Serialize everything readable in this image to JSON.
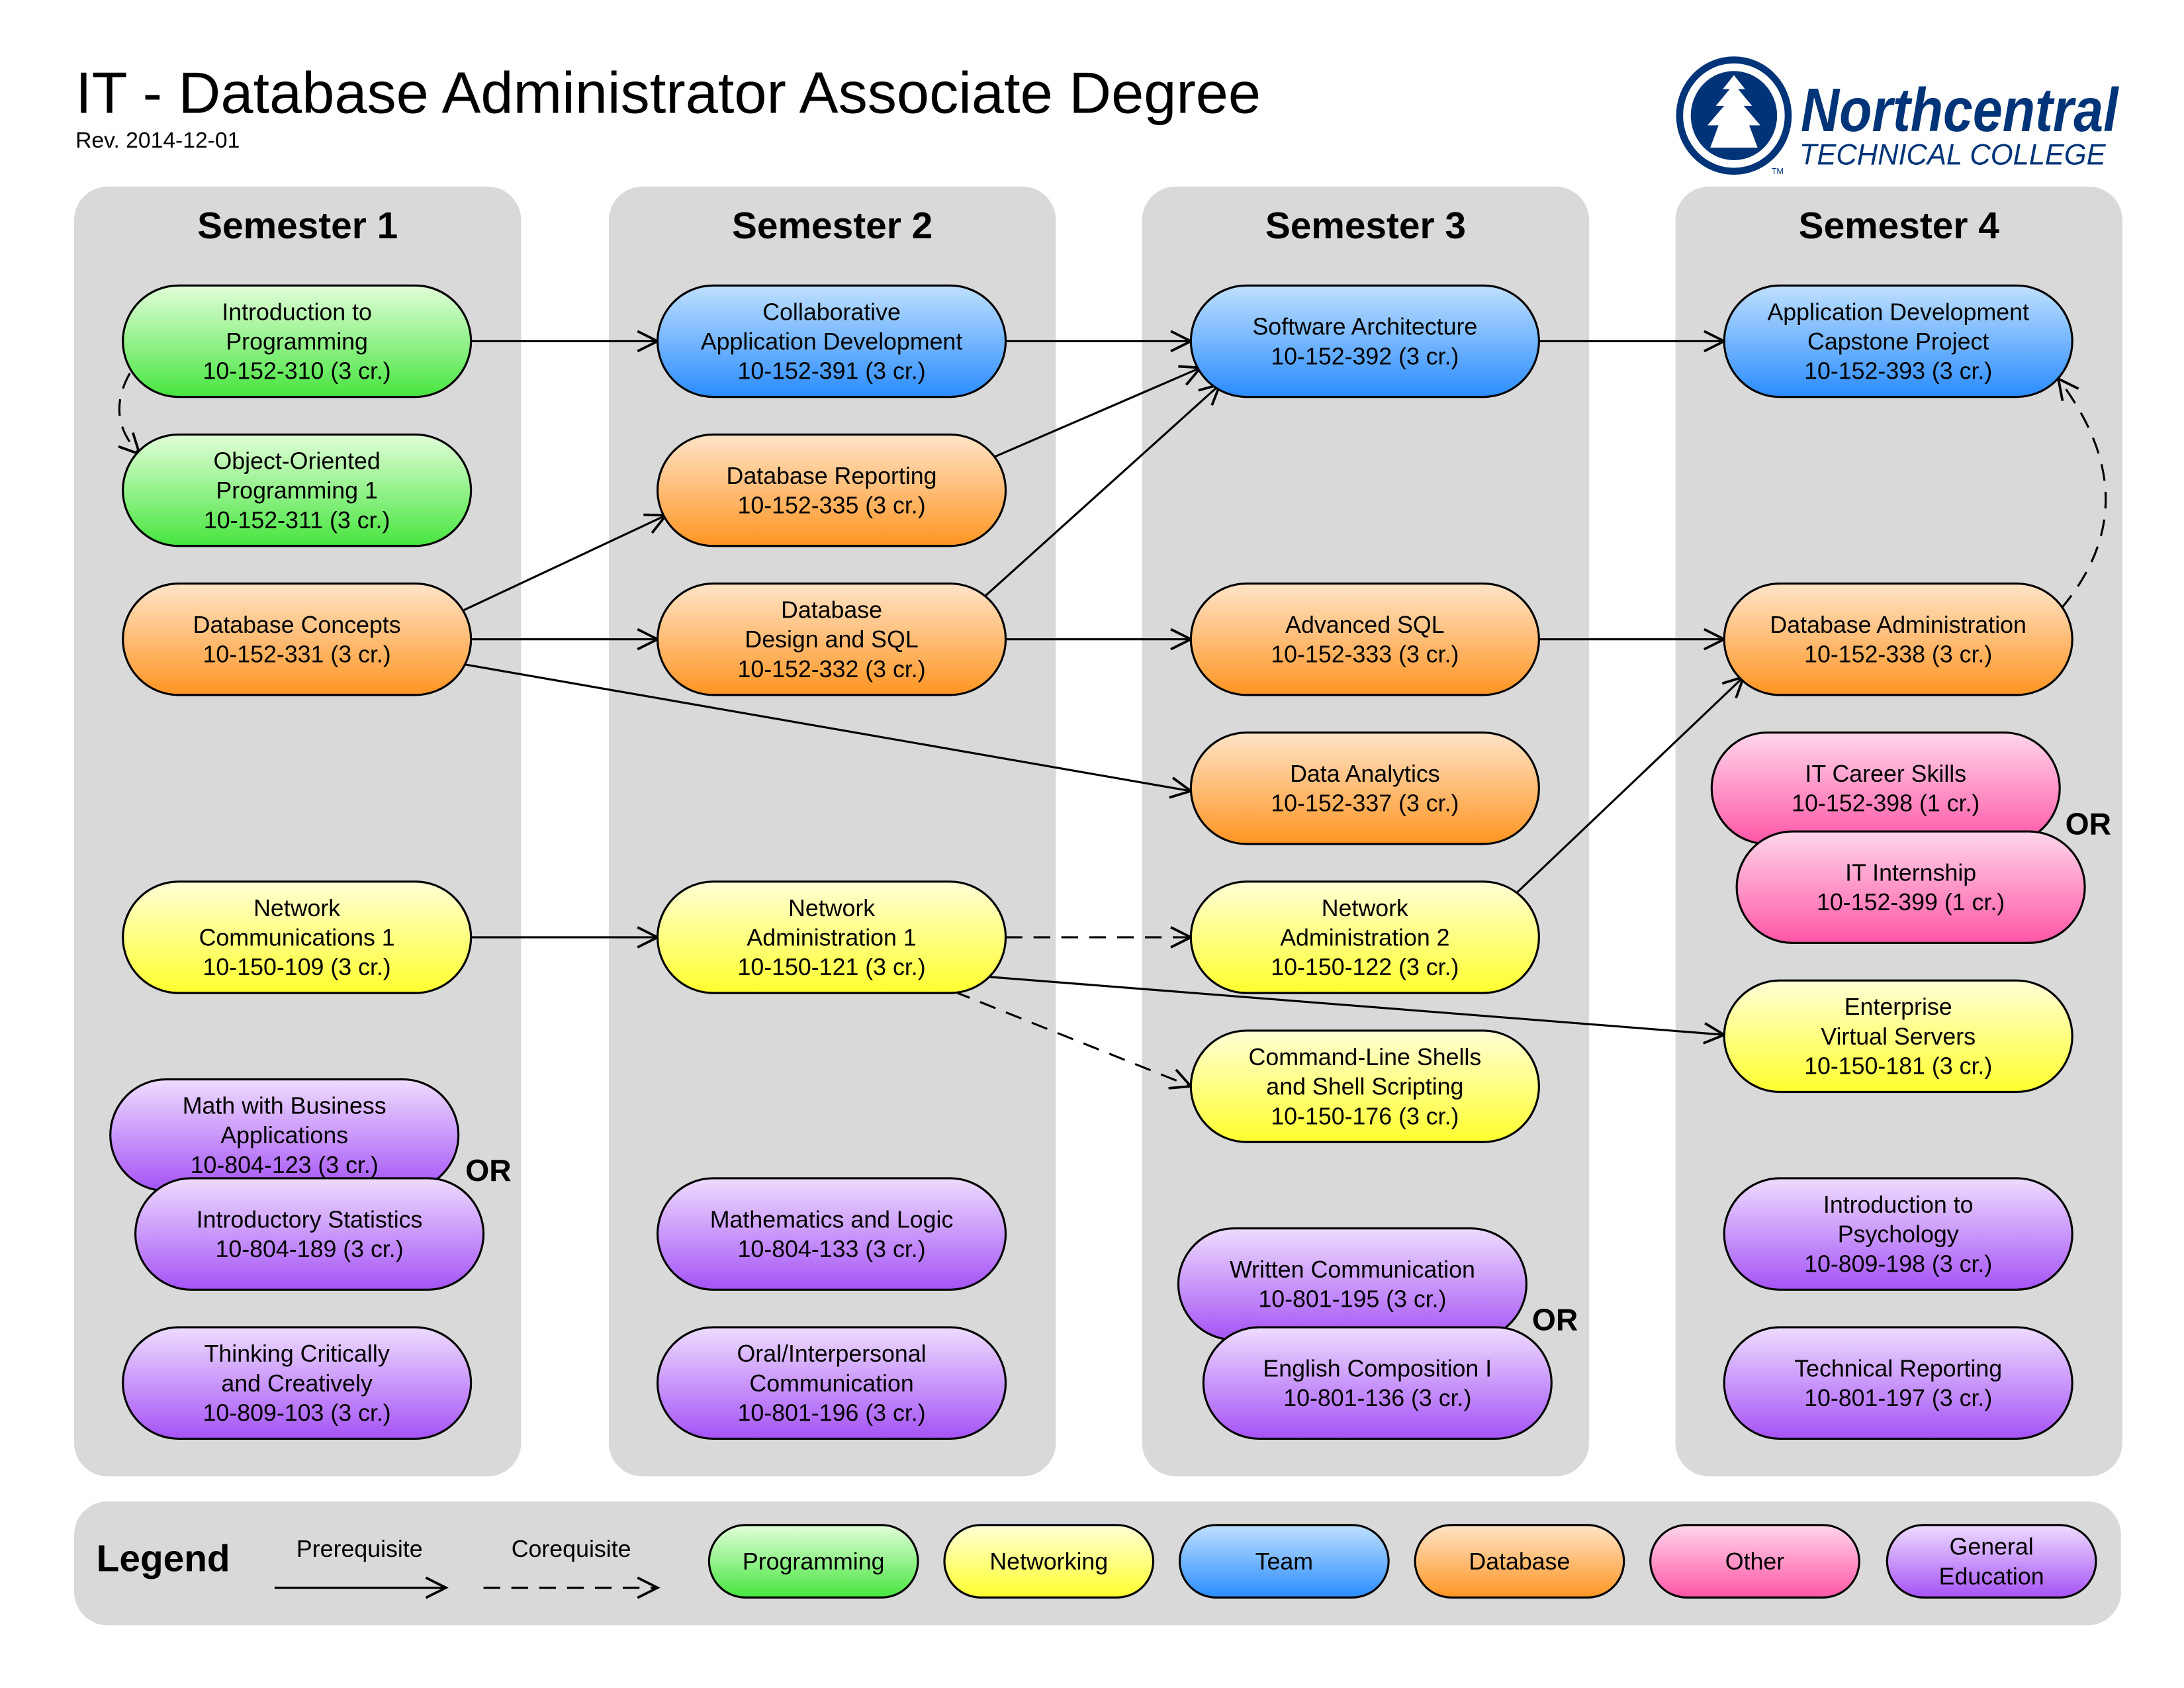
{
  "header": {
    "title": "IT - Database Administrator Associate Degree",
    "revision": "Rev. 2014-12-01"
  },
  "logo": {
    "text_main": "Northcentral",
    "text_sub": "TECHNICAL COLLEGE",
    "trademark": "TM",
    "color": "#003478"
  },
  "colors": {
    "programming": [
      "#e2fed9",
      "#47e53f"
    ],
    "networking": [
      "#ffffd6",
      "#ffff2e"
    ],
    "team": [
      "#bfe0ff",
      "#2a8cff"
    ],
    "database": [
      "#ffe4c8",
      "#ff9522"
    ],
    "other": [
      "#ffd6ea",
      "#ff56a6"
    ],
    "gened": [
      "#eedcff",
      "#a553f5"
    ]
  },
  "semesters": [
    {
      "title": "Semester 1"
    },
    {
      "title": "Semester 2"
    },
    {
      "title": "Semester 3"
    },
    {
      "title": "Semester 4"
    }
  ],
  "courses": [
    {
      "id": "c310",
      "cat": "programming",
      "lines": [
        "Introduction to",
        "Programming",
        "10-152-310 (3 cr.)"
      ]
    },
    {
      "id": "c311",
      "cat": "programming",
      "lines": [
        "Object-Oriented",
        "Programming 1",
        "10-152-311 (3 cr.)"
      ]
    },
    {
      "id": "c331",
      "cat": "database",
      "lines": [
        "Database Concepts",
        "10-152-331 (3 cr.)"
      ]
    },
    {
      "id": "c109",
      "cat": "networking",
      "lines": [
        "Network",
        "Communications 1",
        "10-150-109 (3 cr.)"
      ]
    },
    {
      "id": "c123",
      "cat": "gened",
      "lines": [
        "Math with Business",
        "Applications",
        "10-804-123 (3 cr.)"
      ]
    },
    {
      "id": "c189",
      "cat": "gened",
      "lines": [
        "Introductory Statistics",
        "10-804-189 (3 cr.)"
      ]
    },
    {
      "id": "c103",
      "cat": "gened",
      "lines": [
        "Thinking Critically",
        "and Creatively",
        "10-809-103 (3 cr.)"
      ]
    },
    {
      "id": "c391",
      "cat": "team",
      "lines": [
        "Collaborative",
        "Application Development",
        "10-152-391 (3 cr.)"
      ]
    },
    {
      "id": "c335",
      "cat": "database",
      "lines": [
        "Database Reporting",
        "10-152-335 (3 cr.)"
      ]
    },
    {
      "id": "c332",
      "cat": "database",
      "lines": [
        "Database",
        "Design and SQL",
        "10-152-332 (3 cr.)"
      ]
    },
    {
      "id": "c121",
      "cat": "networking",
      "lines": [
        "Network",
        "Administration 1",
        "10-150-121 (3 cr.)"
      ]
    },
    {
      "id": "c133",
      "cat": "gened",
      "lines": [
        "Mathematics and Logic",
        "10-804-133 (3 cr.)"
      ]
    },
    {
      "id": "c196",
      "cat": "gened",
      "lines": [
        "Oral/Interpersonal",
        "Communication",
        "10-801-196 (3 cr.)"
      ]
    },
    {
      "id": "c392",
      "cat": "team",
      "lines": [
        "Software Architecture",
        "10-152-392 (3 cr.)"
      ]
    },
    {
      "id": "c333",
      "cat": "database",
      "lines": [
        "Advanced SQL",
        "10-152-333 (3 cr.)"
      ]
    },
    {
      "id": "c337",
      "cat": "database",
      "lines": [
        "Data Analytics",
        "10-152-337 (3 cr.)"
      ]
    },
    {
      "id": "c122",
      "cat": "networking",
      "lines": [
        "Network",
        "Administration 2",
        "10-150-122 (3 cr.)"
      ]
    },
    {
      "id": "c176",
      "cat": "networking",
      "lines": [
        "Command-Line Shells",
        "and Shell Scripting",
        "10-150-176 (3 cr.)"
      ]
    },
    {
      "id": "c195",
      "cat": "gened",
      "lines": [
        "Written Communication",
        "10-801-195 (3 cr.)"
      ]
    },
    {
      "id": "c136",
      "cat": "gened",
      "lines": [
        "English Composition I",
        "10-801-136 (3 cr.)"
      ]
    },
    {
      "id": "c393",
      "cat": "team",
      "lines": [
        "Application Development",
        "Capstone Project",
        "10-152-393 (3 cr.)"
      ]
    },
    {
      "id": "c338",
      "cat": "database",
      "lines": [
        "Database Administration",
        "10-152-338 (3 cr.)"
      ]
    },
    {
      "id": "c398",
      "cat": "other",
      "lines": [
        "IT Career Skills",
        "10-152-398 (1 cr.)"
      ]
    },
    {
      "id": "c399",
      "cat": "other",
      "lines": [
        "IT Internship",
        "10-152-399 (1 cr.)"
      ]
    },
    {
      "id": "c181",
      "cat": "networking",
      "lines": [
        "Enterprise",
        "Virtual Servers",
        "10-150-181 (3 cr.)"
      ]
    },
    {
      "id": "c198",
      "cat": "gened",
      "lines": [
        "Introduction to",
        "Psychology",
        "10-809-198 (3 cr.)"
      ]
    },
    {
      "id": "c197",
      "cat": "gened",
      "lines": [
        "Technical Reporting",
        "10-801-197 (3 cr.)"
      ]
    }
  ],
  "or_label": "OR",
  "legend": {
    "title": "Legend",
    "prerequisite": "Prerequisite",
    "corequisite": "Corequisite",
    "items": [
      {
        "cat": "programming",
        "lines": [
          "Programming"
        ]
      },
      {
        "cat": "networking",
        "lines": [
          "Networking"
        ]
      },
      {
        "cat": "team",
        "lines": [
          "Team"
        ]
      },
      {
        "cat": "database",
        "lines": [
          "Database"
        ]
      },
      {
        "cat": "other",
        "lines": [
          "Other"
        ]
      },
      {
        "cat": "gened",
        "lines": [
          "General",
          "Education"
        ]
      }
    ]
  }
}
